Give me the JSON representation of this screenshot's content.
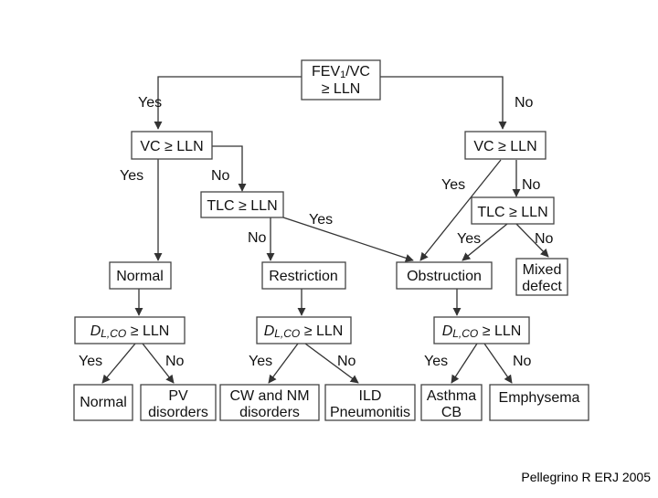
{
  "diagram": {
    "nodes": {
      "fev1": "FEV1/VC ≥ LLN",
      "vc_left": "VC ≥ LLN",
      "vc_right": "VC ≥ LLN",
      "tlc_left": "TLC ≥ LLN",
      "tlc_right": "TLC ≥ LLN",
      "normal": "Normal",
      "restriction": "Restriction",
      "obstruction": "Obstruction",
      "mixed": "Mixed defect",
      "dlco_normal": "DL,CO ≥ LLN",
      "dlco_restriction": "DL,CO ≥ LLN",
      "dlco_obstruction": "DL,CO ≥ LLN",
      "leaf_normal": "Normal",
      "leaf_pv": "PV disorders",
      "leaf_cw": "CW and NM disorders",
      "leaf_ild": "ILD Pneumonitis",
      "leaf_asthma": "Asthma CB",
      "leaf_emphysema": "Emphysema"
    },
    "edge_labels": {
      "yes": "Yes",
      "no": "No"
    }
  },
  "citation": "Pellegrino R ERJ 2005"
}
